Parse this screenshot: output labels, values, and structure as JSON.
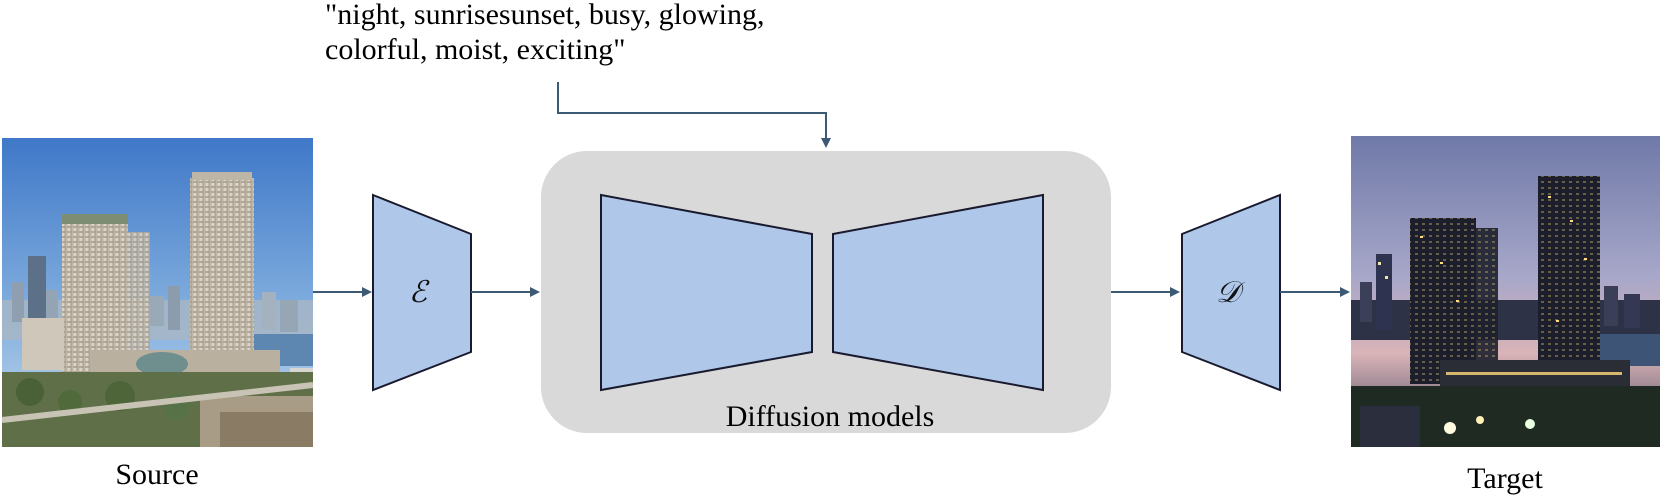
{
  "prompt": {
    "line1": "\"night, sunrisesunset, busy, glowing,",
    "line2": "colorful, moist, exciting\""
  },
  "source_label": "Source",
  "target_label": "Target",
  "diffusion_label": "Diffusion models",
  "encoder_symbol": "ℰ",
  "decoder_symbol": "𝒟",
  "colors": {
    "block_fill": "#afc8ea",
    "block_stroke": "#1a1a2e",
    "diffusion_bg": "#d9d9d9",
    "arrow": "#3d5a75"
  }
}
